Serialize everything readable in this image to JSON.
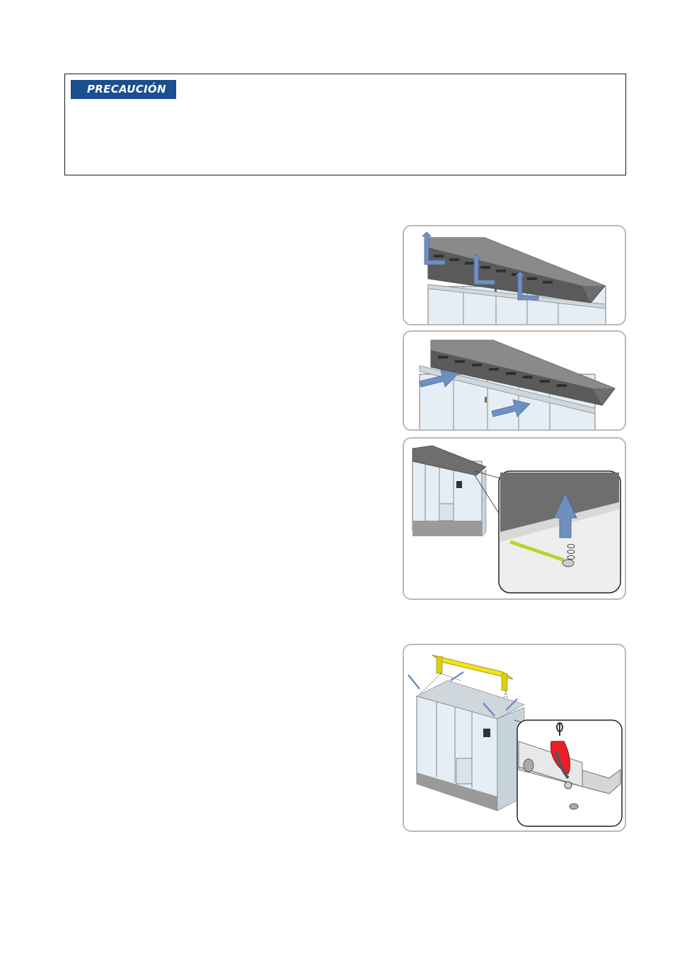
{
  "caution": {
    "label": "PRECAUCIÓN"
  },
  "colors": {
    "caution_label_bg": "#1b4f8f",
    "arrow_blue": "#6f8fbf",
    "roof_gray": "#6e6e6e",
    "cabinet_face": "#e4eef4",
    "lifting_beam_yellow": "#f2e31a",
    "shackle_red": "#e8202a",
    "ground_cable_green": "#b9d430",
    "figure_border": "#b9b9b9"
  },
  "figures": [
    {
      "icon": "roof-lift-arrows-illustration"
    },
    {
      "icon": "roof-slide-arrows-illustration"
    },
    {
      "icon": "grounding-cable-detail-illustration"
    },
    {
      "icon": "crane-lifting-beam-illustration"
    }
  ]
}
